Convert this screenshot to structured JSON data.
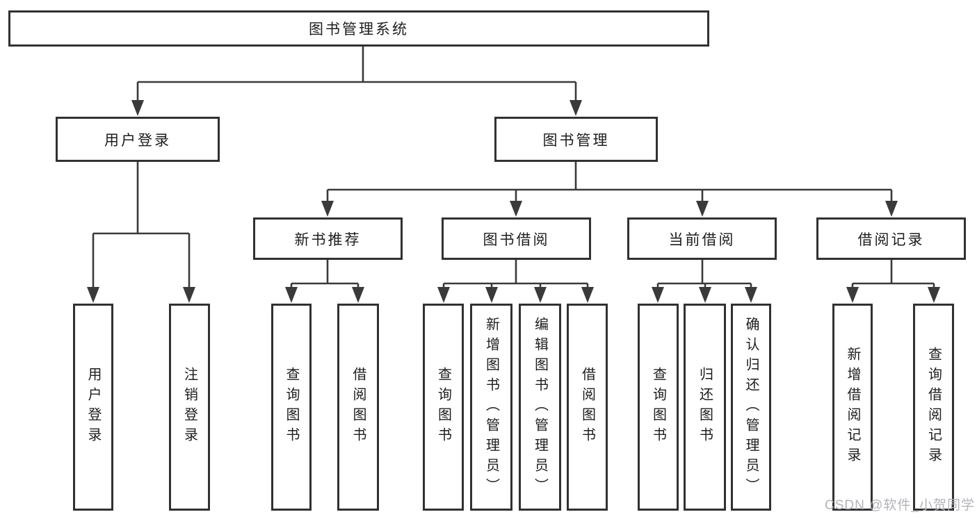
{
  "tree": {
    "root": {
      "label": "图书管理系统",
      "children": [
        {
          "label": "用户登录",
          "children": [
            {
              "label": "用户登录"
            },
            {
              "label": "注销登录"
            }
          ]
        },
        {
          "label": "图书管理",
          "children": [
            {
              "label": "新书推荐",
              "children": [
                {
                  "label": "查询图书"
                },
                {
                  "label": "借阅图书"
                }
              ]
            },
            {
              "label": "图书借阅",
              "children": [
                {
                  "label": "查询图书"
                },
                {
                  "label": "新增图书（管理员）"
                },
                {
                  "label": "编辑图书（管理员）"
                },
                {
                  "label": "借阅图书"
                }
              ]
            },
            {
              "label": "当前借阅",
              "children": [
                {
                  "label": "查询图书"
                },
                {
                  "label": "归还图书"
                },
                {
                  "label": "确认归还（管理员）"
                }
              ]
            },
            {
              "label": "借阅记录",
              "children": [
                {
                  "label": "新增借阅记录"
                },
                {
                  "label": "查询借阅记录"
                }
              ]
            }
          ]
        }
      ]
    }
  },
  "watermark": {
    "text": "CSDN @软件_小贺同学"
  },
  "colors": {
    "line": "#3a3a3a",
    "box_border": "#313131",
    "box_background": "#ffffff",
    "text": "#1d1d1d",
    "watermark": "#b3b3b9",
    "background": "#ffffff"
  }
}
